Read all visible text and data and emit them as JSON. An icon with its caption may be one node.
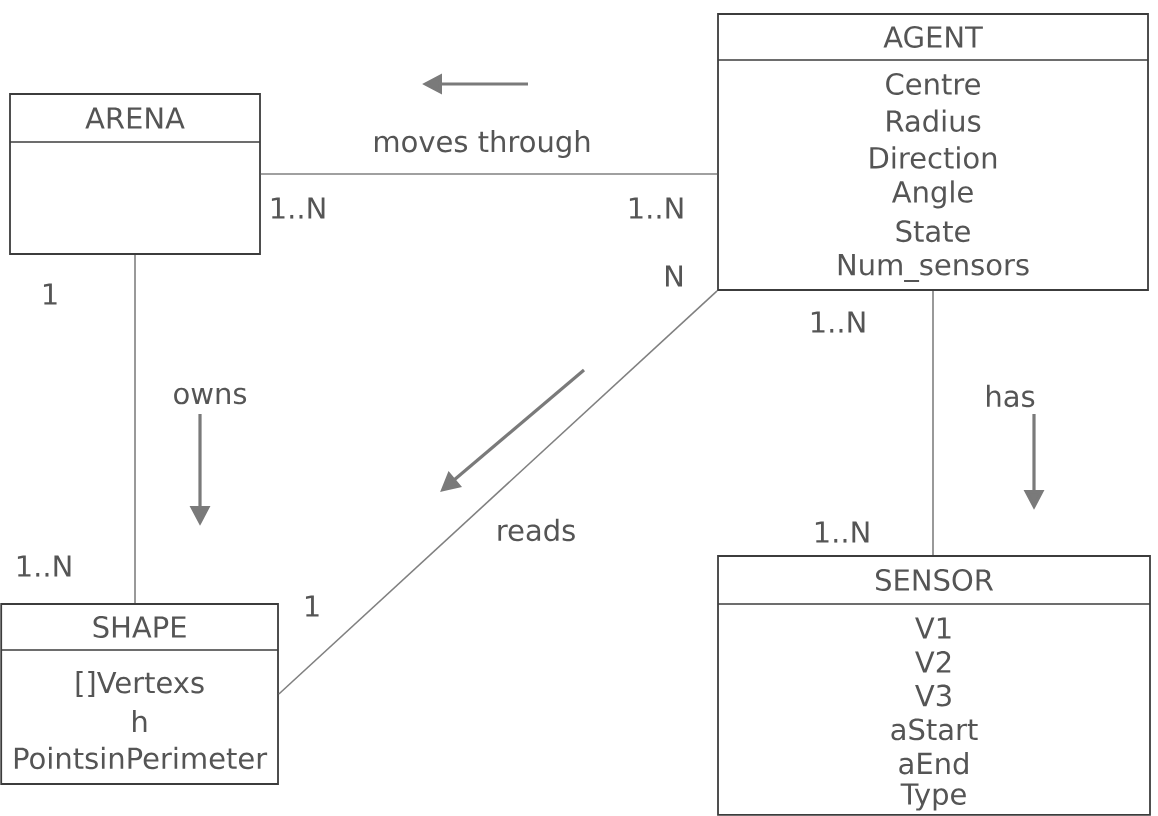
{
  "diagram": {
    "nodes": [
      {
        "text": [
          "ARENA"
        ]
      },
      {
        "text": [
          "AGENT",
          "Centre",
          "Radius",
          "Direction",
          "Angle",
          "State",
          "Num_sensors"
        ]
      },
      {
        "text": [
          "SHAPE",
          "[]Vertexs",
          "h",
          "PointsinPerimeter"
        ]
      },
      {
        "text": [
          "SENSOR",
          "V1",
          "V2",
          "V3",
          "aStart",
          "aEnd",
          "Type"
        ]
      }
    ],
    "edges": [
      {
        "from": 0,
        "to": 1,
        "arrow": "none",
        "label": "moves through"
      },
      {
        "from": 0,
        "to": 2,
        "arrow": "none",
        "label": "owns"
      },
      {
        "from": 1,
        "to": 2,
        "arrow": "none",
        "label": "reads"
      },
      {
        "from": 1,
        "to": 3,
        "arrow": "none",
        "label": "has"
      }
    ],
    "labels": [
      "1..N",
      "1..N",
      "N",
      "1",
      "1..N",
      "1..N",
      "1..N",
      "1"
    ]
  }
}
